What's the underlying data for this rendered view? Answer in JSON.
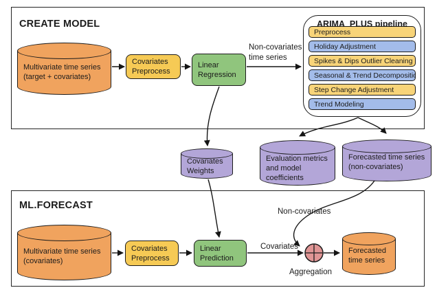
{
  "create_model": {
    "title": "CREATE MODEL",
    "source": {
      "line1": "Multivariate time series",
      "line2": "(target + covariates)"
    },
    "preprocess": {
      "line1": "Covariates",
      "line2": "Preprocess"
    },
    "regression": {
      "line1": "Linear",
      "line2": "Regression"
    },
    "edge_label": {
      "line1": "Non-covariates",
      "line2": "time series"
    }
  },
  "pipeline": {
    "title": "ARIMA_PLUS pipeline",
    "steps": [
      {
        "label": "Preprocess",
        "color": "yellow"
      },
      {
        "label": "Holiday Adjustment",
        "color": "blue"
      },
      {
        "label": "Spikes & Dips Outlier Cleaning",
        "color": "yellow"
      },
      {
        "label": "Seasonal & Trend Decomposition",
        "color": "blue"
      },
      {
        "label": "Step Change Adjustment",
        "color": "yellow"
      },
      {
        "label": "Trend Modeling",
        "color": "blue"
      }
    ]
  },
  "outputs": {
    "weights": {
      "line1": "Covariates",
      "line2": "Weights"
    },
    "evaluation": {
      "line1": "Evaluation metrics",
      "line2": "and model",
      "line3": "coefficients"
    },
    "forecast_noncov": {
      "line1": "Forecasted time series",
      "line2": "(non-covariates)"
    }
  },
  "ml_forecast": {
    "title": "ML.FORECAST",
    "source": {
      "line1": "Multivariate time series",
      "line2": "(covariates)"
    },
    "preprocess": {
      "line1": "Covariates",
      "line2": "Preprocess"
    },
    "prediction": {
      "line1": "Linear",
      "line2": "Prediction"
    },
    "labels": {
      "non_covariates": "Non-covariates",
      "covariates": "Covariates",
      "aggregation": "Aggregation"
    },
    "result": {
      "line1": "Forecasted",
      "line2": "time series"
    }
  },
  "colors": {
    "orange": "#F0A35E",
    "yellow": "#F6CA55",
    "pipeline_yellow": "#F8D479",
    "green": "#90C57D",
    "blue": "#A3BCEA",
    "purple": "#B3A6D8",
    "aggregation_red": "#E09595",
    "stroke": "#1b1b1b"
  }
}
